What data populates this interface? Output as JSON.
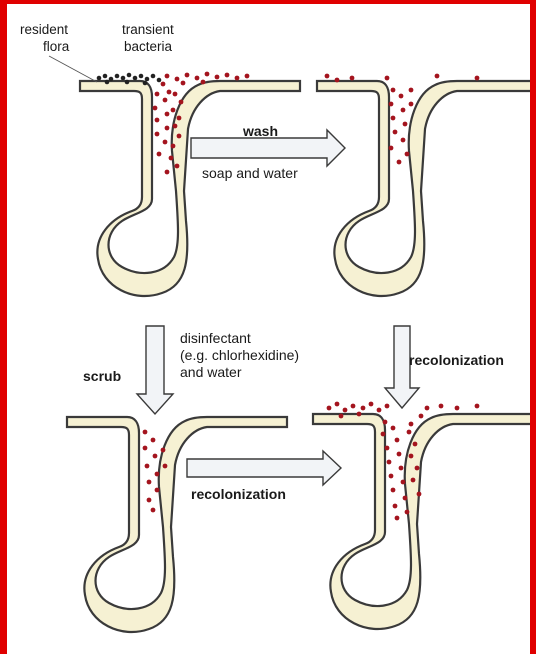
{
  "labels": {
    "resident_line1": "resident",
    "resident_line2": "flora",
    "transient_line1": "transient",
    "transient_line2": "bacteria",
    "wash": "wash",
    "soap_and_water": "soap and water",
    "disinfectant_line1": "disinfectant",
    "disinfectant_line2": "(e.g. chlorhexidine)",
    "disinfectant_line3": "and water",
    "scrub": "scrub",
    "recolonization_right": "recolonization",
    "recolonization_bottom": "recolonization"
  },
  "colors": {
    "frame_border": "#e00000",
    "skin_fill": "#f6f1d3",
    "skin_outline": "#3a3a3a",
    "resident_dot": "#a4141e",
    "transient_dot": "#222222",
    "arrow_fill": "#f2f4f7"
  },
  "icons": {
    "arrow": "hollow-block-arrow",
    "bacterium": "dot"
  }
}
